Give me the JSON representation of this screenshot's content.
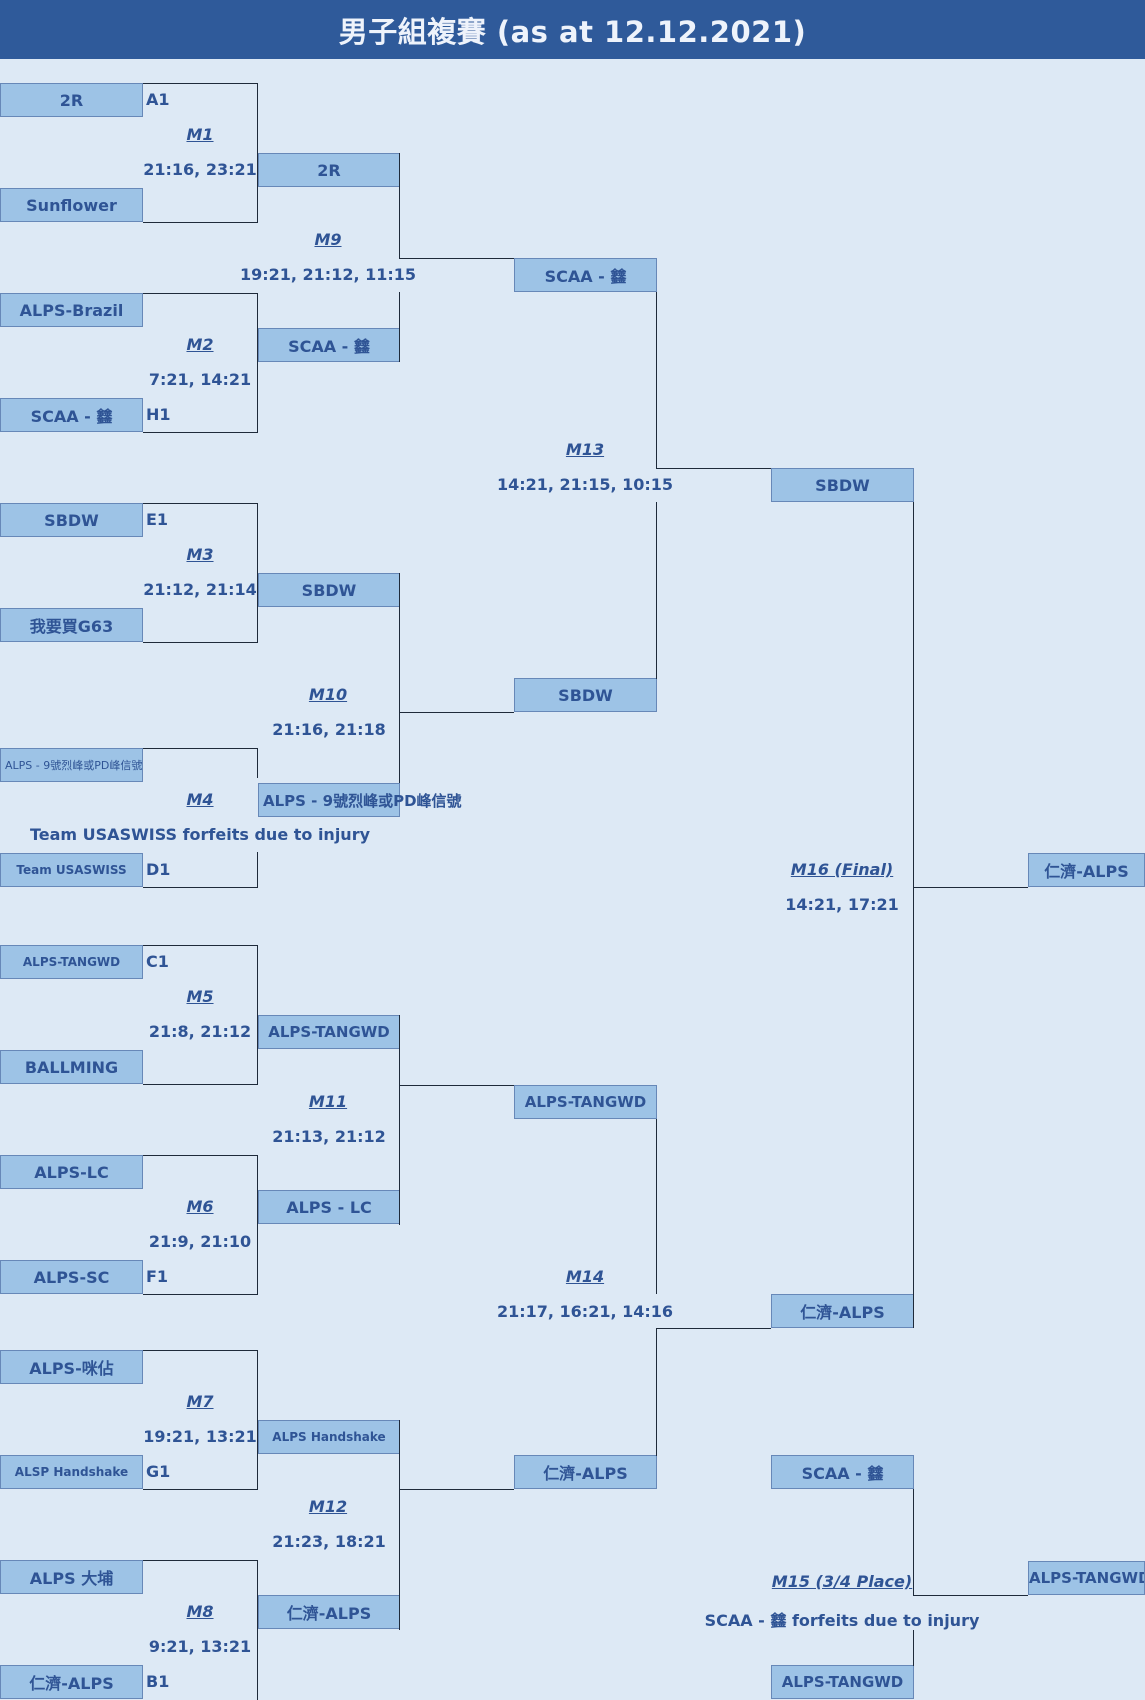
{
  "title": "男子組複賽 (as at 12.12.2021)",
  "colors": {
    "header_bg": "#2f5a9a",
    "background": "#dde9f5",
    "team_cell": "#9dc3e6",
    "text": "#2f5495"
  },
  "round1": [
    {
      "match": "M1",
      "team_a": "2R",
      "seed_a": "A1",
      "team_b": "Sunflower",
      "seed_b": "",
      "score": "21:16, 23:21"
    },
    {
      "match": "M2",
      "team_a": "ALPS-Brazil",
      "seed_a": "",
      "team_b": "SCAA - 𨰻",
      "seed_b": "H1",
      "score": "7:21, 14:21"
    },
    {
      "match": "M3",
      "team_a": "SBDW",
      "seed_a": "E1",
      "team_b": "我要買G63",
      "seed_b": "",
      "score": "21:12, 21:14"
    },
    {
      "match": "M4",
      "team_a": "ALPS - 9號烈峰或PD峰信號",
      "seed_a": "",
      "team_b": "Team USASWISS",
      "seed_b": "D1",
      "score": "Team USASWISS forfeits due to injury"
    },
    {
      "match": "M5",
      "team_a": "ALPS-TANGWD",
      "seed_a": "C1",
      "team_b": "BALLMING",
      "seed_b": "",
      "score": "21:8, 21:12"
    },
    {
      "match": "M6",
      "team_a": "ALPS-LC",
      "seed_a": "",
      "team_b": "ALPS-SC",
      "seed_b": "F1",
      "score": "21:9, 21:10"
    },
    {
      "match": "M7",
      "team_a": "ALPS-咪佔",
      "seed_a": "",
      "team_b": "ALSP Handshake",
      "seed_b": "G1",
      "score": "19:21, 13:21"
    },
    {
      "match": "M8",
      "team_a": "ALPS 大埔",
      "seed_a": "",
      "team_b": "仁濟-ALPS",
      "seed_b": "B1",
      "score": "9:21, 13:21"
    }
  ],
  "round2": [
    {
      "match": "M9",
      "team_a": "2R",
      "team_b": "SCAA - 𨰻",
      "score": "19:21, 21:12, 11:15"
    },
    {
      "match": "M10",
      "team_a": "SBDW",
      "team_b": "ALPS - 9號烈峰或PD峰信號",
      "score": "21:16, 21:18"
    },
    {
      "match": "M11",
      "team_a": "ALPS-TANGWD",
      "team_b": "ALPS - LC",
      "score": "21:13, 21:12"
    },
    {
      "match": "M12",
      "team_a": "ALPS Handshake",
      "team_b": "仁濟-ALPS",
      "score": "21:23, 18:21"
    }
  ],
  "round3": [
    {
      "match": "M13",
      "team_a": "SCAA - 𨰻",
      "team_b": "SBDW",
      "score": "14:21, 21:15, 10:15"
    },
    {
      "match": "M14",
      "team_a": "ALPS-TANGWD",
      "team_b": "仁濟-ALPS",
      "score": "21:17, 16:21, 14:16"
    }
  ],
  "final": {
    "match": "M16 (Final)",
    "team_a": "SBDW",
    "team_b": "仁濟-ALPS",
    "score": "14:21, 17:21",
    "champion": "仁濟-ALPS"
  },
  "third_place": {
    "match": "M15 (3/4 Place)",
    "team_a": "SCAA - 𨰻",
    "team_b": "ALPS-TANGWD",
    "score": "SCAA - 𨰻 forfeits due to injury",
    "winner": "ALPS-TANGWD"
  }
}
